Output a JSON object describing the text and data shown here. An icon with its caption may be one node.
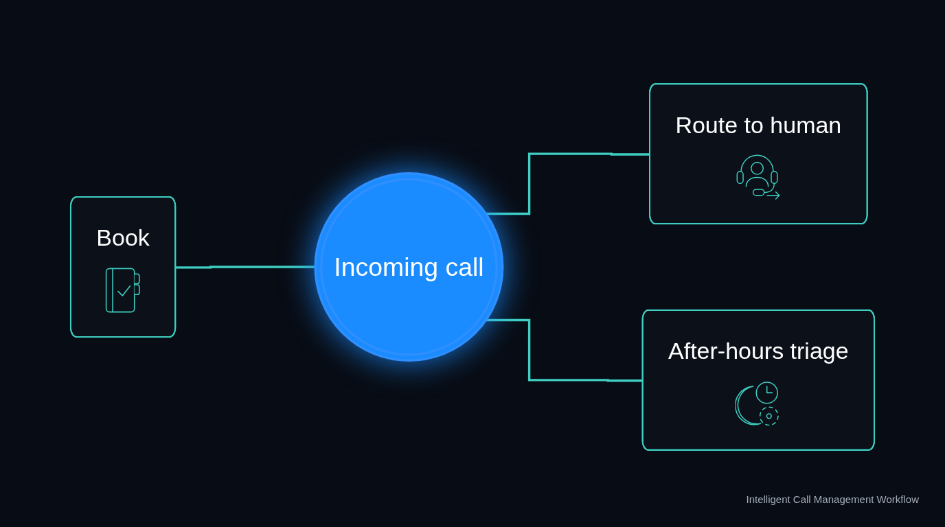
{
  "diagram": {
    "caption": "Intelligent Call Management Workflow",
    "nodes": [
      {
        "text": [
          "Incoming call"
        ]
      },
      {
        "text": [
          "Route to human"
        ]
      },
      {
        "text": [
          "After-hours triage"
        ]
      },
      {
        "text": [
          "Book"
        ]
      }
    ],
    "edges": [
      {
        "from": 3,
        "to": 0,
        "arrow": "none"
      },
      {
        "from": 0,
        "to": 1,
        "arrow": "none"
      },
      {
        "from": 0,
        "to": 2,
        "arrow": "none"
      }
    ]
  }
}
